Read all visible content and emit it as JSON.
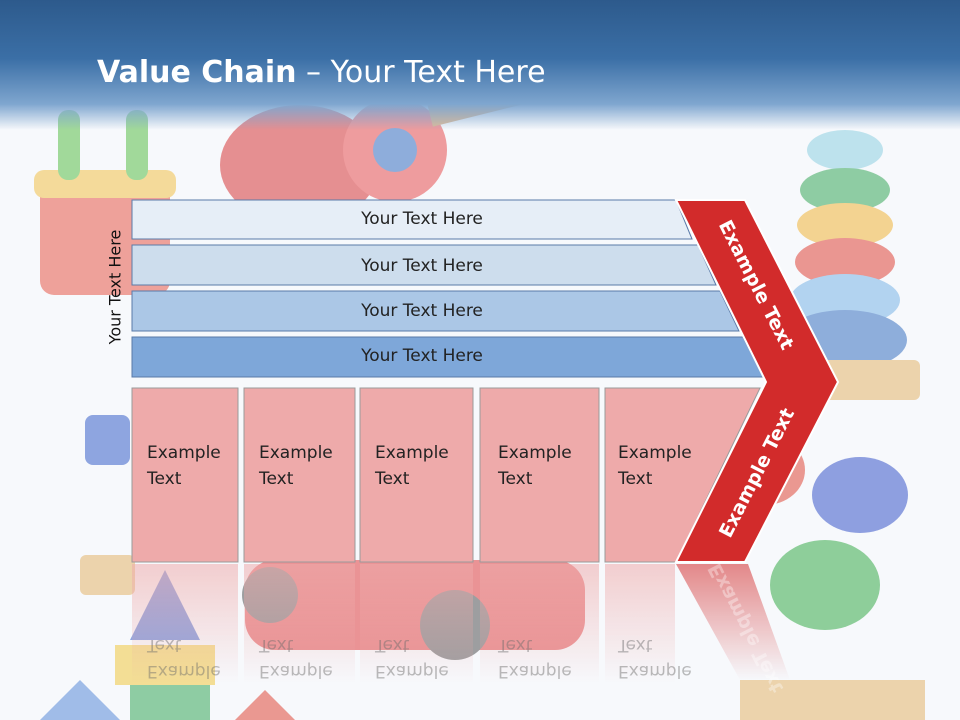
{
  "header": {
    "title_bold": "Value Chain",
    "title_rest": " – Your Text Here"
  },
  "side_label": "Your Text Here",
  "rows": [
    {
      "label": "Your Text Here",
      "color": "#e6eef7"
    },
    {
      "label": "Your Text Here",
      "color": "#cddded"
    },
    {
      "label": "Your Text Here",
      "color": "#abc7e6"
    },
    {
      "label": "Your Text Here",
      "color": "#7ea7d9"
    }
  ],
  "columns": [
    {
      "label_line1": "Example",
      "label_line2": "Text"
    },
    {
      "label_line1": "Example",
      "label_line2": "Text"
    },
    {
      "label_line1": "Example",
      "label_line2": "Text"
    },
    {
      "label_line1": "Example",
      "label_line2": "Text"
    },
    {
      "label_line1": "Example",
      "label_line2": "Text"
    }
  ],
  "arrow": {
    "top_label": "Example Text",
    "bottom_label": "Example Text",
    "color": "#d22b2b"
  },
  "colors": {
    "header": "#3b6fa6",
    "column_fill": "#eeaaaa",
    "arrow_red": "#d22b2b"
  }
}
